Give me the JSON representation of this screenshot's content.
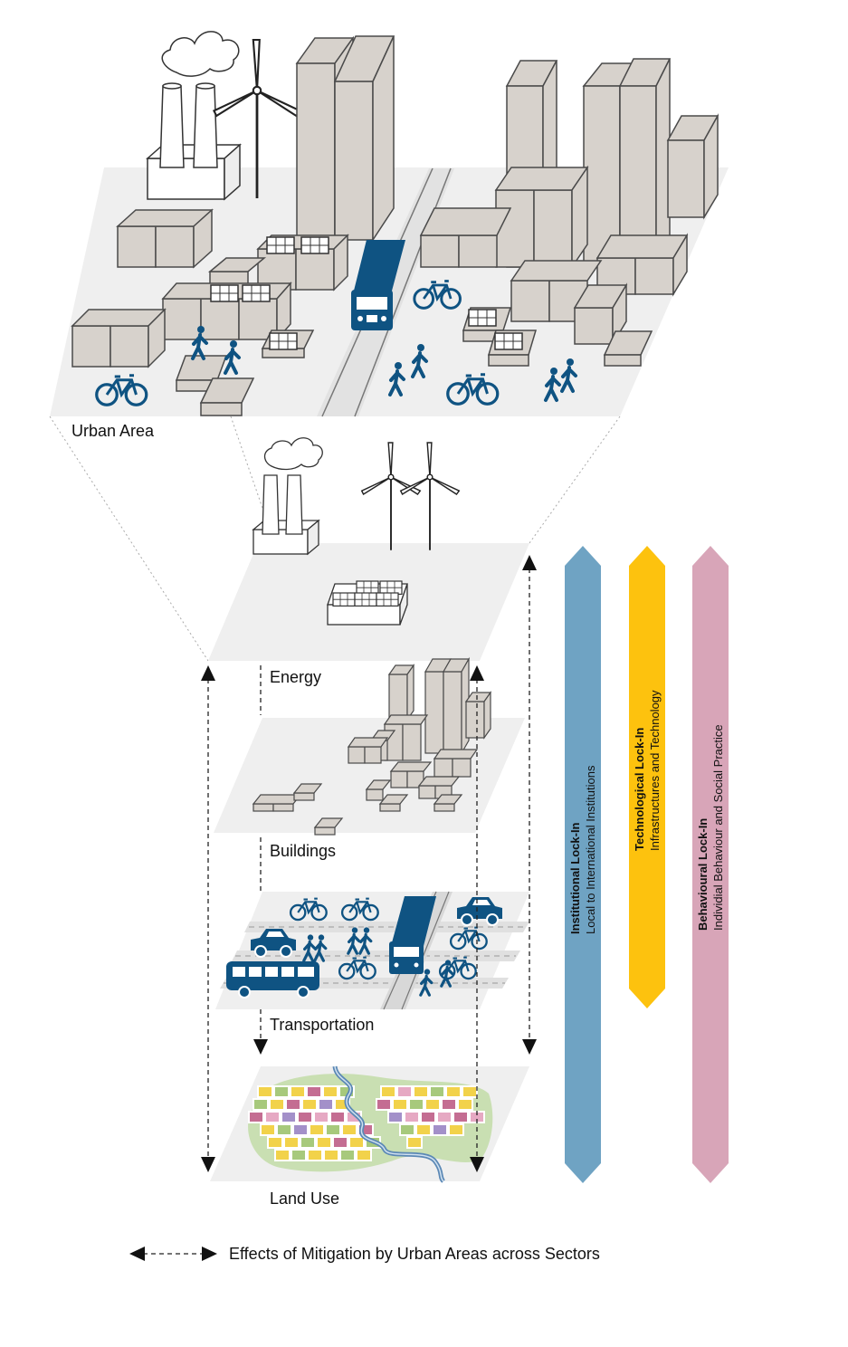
{
  "labels": {
    "urban_area": "Urban Area",
    "energy": "Energy",
    "buildings": "Buildings",
    "transportation": "Transportation",
    "land_use": "Land Use"
  },
  "lock_ins": [
    {
      "title": "Institutional Lock-In",
      "subtitle": "Local to International Institutions",
      "color": "#6fa3c3"
    },
    {
      "title": "Technological Lock-In",
      "subtitle": "Infrastructures and Technology",
      "color": "#fdc20e"
    },
    {
      "title": "Behavioural Lock-In",
      "subtitle": "Individial Behaviour and Social Practice",
      "color": "#d8a5b8"
    }
  ],
  "legend": {
    "text": "Effects of Mitigation by Urban Areas across Sectors"
  },
  "colors": {
    "building_fill": "#d7d2cc",
    "building_stroke": "#4a4a4a",
    "transport_blue": "#0f5382",
    "plane_fill": "#efefef"
  },
  "icons": [
    "factory-icon",
    "wind-turbine-icon",
    "solar-panel-icon",
    "train-icon",
    "bicycle-icon",
    "pedestrian-icon",
    "car-icon",
    "bus-icon",
    "river-icon"
  ]
}
